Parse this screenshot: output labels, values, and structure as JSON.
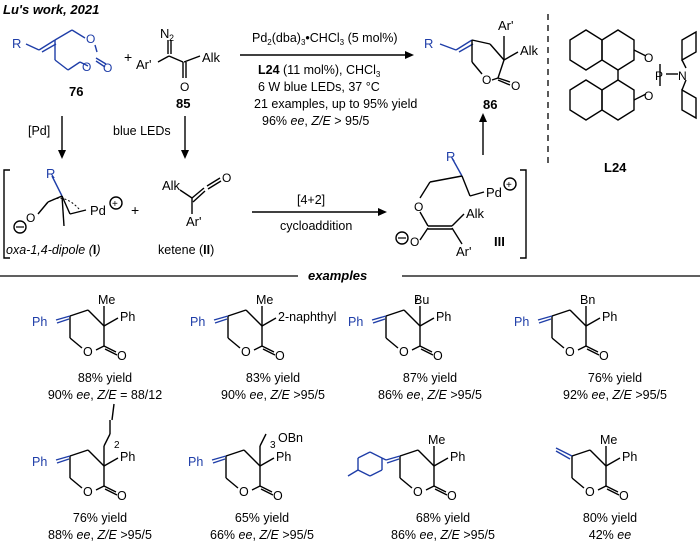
{
  "header": {
    "title": "Lu's work, 2021"
  },
  "labels": {
    "alkene_R": "R",
    "diazo_N2": "N",
    "diazo_N2_sub": "2",
    "diazo_Ar": "Ar'",
    "diazo_Alk": "Alk",
    "comp76": "76",
    "comp85": "85",
    "plus": "+",
    "cat_pd": "Pd",
    "cat_pd_sub": "2",
    "cat_dba": "(dba)",
    "cat_dba_sub": "3",
    "cat_rest": "•CHCl",
    "cat_chcl3_sub": "3",
    "cat_mol": " (5 mol%)",
    "line2_l24": "L24",
    "line2_rest": " (11 mol%), CHCl",
    "line2_sub": "3",
    "line3": "6 W blue LEDs, 37 °C",
    "line4": "21 examples, up to 95% yield",
    "line5_pre": "96% ",
    "line5_ee": "ee",
    "line5_mid": ", ",
    "line5_ze": "Z/E",
    "line5_post": " > 95/5",
    "prod_Ar": "Ar'",
    "prod_Alk": "Alk",
    "prod_R": "R",
    "comp86": "86",
    "ligand_N": "N",
    "ligand_P": "P",
    "ligand_O1": "O",
    "ligand_O2": "O",
    "ligand_name": "L24",
    "pd_label": "[Pd]",
    "blue_leds": "blue LEDs",
    "int_R": "R",
    "int_Pd": "Pd",
    "int_O": "O",
    "dipole_name": "oxa-1,4-dipole (",
    "dipole_num": "I",
    "dipole_close": ")",
    "ketene_alk": "Alk",
    "ketene_ar": "Ar'",
    "ketene_O": "O",
    "ketene_name": "ketene (",
    "ketene_num": "II",
    "ketene_close": ")",
    "arrow_top": "[4+2]",
    "arrow_bottom": "cycloaddition",
    "int3_R": "R",
    "int3_Pd": "Pd",
    "int3_O": "O",
    "int3_O2": "O",
    "int3_Alk": "Alk",
    "int3_Ar": "Ar'",
    "int3_label": "III",
    "examples_title": "examples"
  },
  "examples": [
    {
      "sub1": "Me",
      "sub2": "Ph",
      "left": "Ph",
      "yield": "88% yield",
      "ee": "90%",
      "ze": "= 88/12"
    },
    {
      "sub1": "Me",
      "sub2": "2-naphthyl",
      "left": "Ph",
      "yield": "83% yield",
      "ee": "90%",
      "ze": ">95/5"
    },
    {
      "sub1": "Bu",
      "sub1_pre": "i",
      "sub2": "Ph",
      "left": "Ph",
      "yield": "87% yield",
      "ee": "86%",
      "ze": ">95/5"
    },
    {
      "sub1": "Bn",
      "sub2": "Ph",
      "left": "Ph",
      "yield": "76% yield",
      "ee": "92%",
      "ze": ">95/5"
    },
    {
      "sub1": "2",
      "sub2": "Ph",
      "left": "Ph",
      "yield": "76% yield",
      "ee": "88%",
      "ze": ">95/5"
    },
    {
      "sub1": "3",
      "sub1_extra": "OBn",
      "sub2": "Ph",
      "left": "Ph",
      "yield": "65% yield",
      "ee": "66%",
      "ze": ">95/5"
    },
    {
      "sub1": "Me",
      "sub2": "Ph",
      "left": "",
      "yield": "68% yield",
      "ee": "86%",
      "ze": ">95/5"
    },
    {
      "sub1": "Me",
      "sub2": "Ph",
      "left": "",
      "yield": "80% yield",
      "ee": "42%",
      "ze": ""
    }
  ],
  "common": {
    "ee_word": "ee",
    "ze_word": "Z/E",
    "comma": ", "
  }
}
